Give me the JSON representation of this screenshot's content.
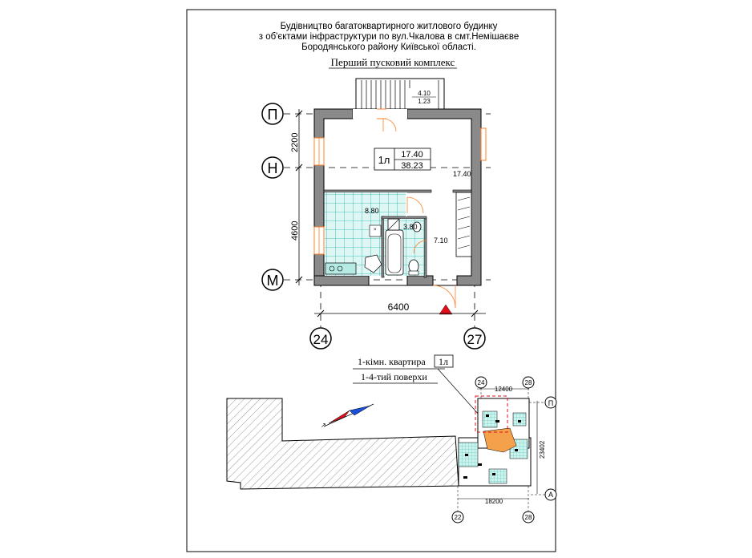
{
  "header": {
    "line1": "Будівництво багатоквартирного житлового будинку",
    "line2": "з об'єктами інфраструктури по вул.Чкалова в смт.Немішаєве",
    "line3": "Бородянського району  Київської області.",
    "complex": "Перший пусковий комплекс"
  },
  "plan": {
    "axes_rows": [
      "П",
      "Н",
      "М"
    ],
    "axes_cols": [
      "24",
      "27"
    ],
    "dim_top": "2200",
    "dim_mid": "4600",
    "dim_bottom": "6400",
    "balcony_a": "4.10",
    "balcony_b": "1.23",
    "unit_code": "1л",
    "unit_living": "17.40",
    "unit_total": "38.23",
    "room_living": "17.40",
    "room_kitchen": "8.80",
    "room_bath": "3.80",
    "room_hall": "7.10"
  },
  "legend": {
    "apartment_label": "1-кімн. квартира",
    "apartment_code": "1л",
    "floors": "1-4-тий поверхи"
  },
  "keyplan": {
    "axes_top": [
      "24",
      "28"
    ],
    "axes_bottom": [
      "22",
      "28"
    ],
    "axes_right": [
      "П",
      "А"
    ],
    "dim_top": "12400",
    "dim_bottom": "18200",
    "dim_right": "23402"
  }
}
